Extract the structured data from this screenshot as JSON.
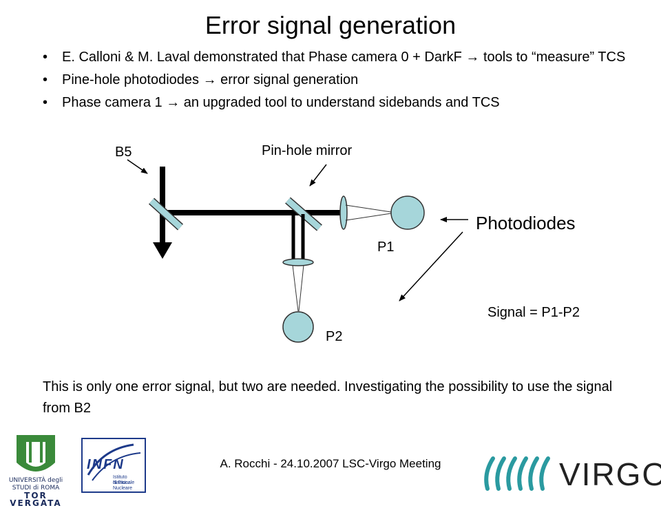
{
  "title": "Error signal generation",
  "bullets": [
    "E. Calloni & M. Laval demonstrated that Phase camera 0 + DarkF → tools to “measure” TCS",
    "Pine-hole photodiodes → error signal generation",
    "Phase camera 1 → an upgraded tool to understand sidebands and TCS"
  ],
  "bullet_char": "•",
  "diagram": {
    "label_b5": "B5",
    "label_pinhole_mirror": "Pin-hole mirror",
    "label_photodiodes": "Photodiodes",
    "label_p1": "P1",
    "label_p2": "P2",
    "label_signal": "Signal = P1-P2",
    "colors": {
      "beam": "#000000",
      "mirror": "#a6d6da",
      "photodiode": "#a6d6da",
      "outline": "#333333"
    }
  },
  "note": "This is only one error signal, but two are needed. Investigating the possibility to use the signal from B2",
  "footer": "A. Rocchi - 24.10.2007 LSC-Virgo Meeting",
  "logos": {
    "university": {
      "line1": "UNIVERSITÀ degli STUDI di ROMA",
      "line2": "TOR VERGATA"
    },
    "infn": {
      "name": "INFN",
      "sub1": "Istituto Nazionale",
      "sub2": "di Fisica Nucleare"
    },
    "virgo": {
      "name": "VIRGO"
    }
  }
}
